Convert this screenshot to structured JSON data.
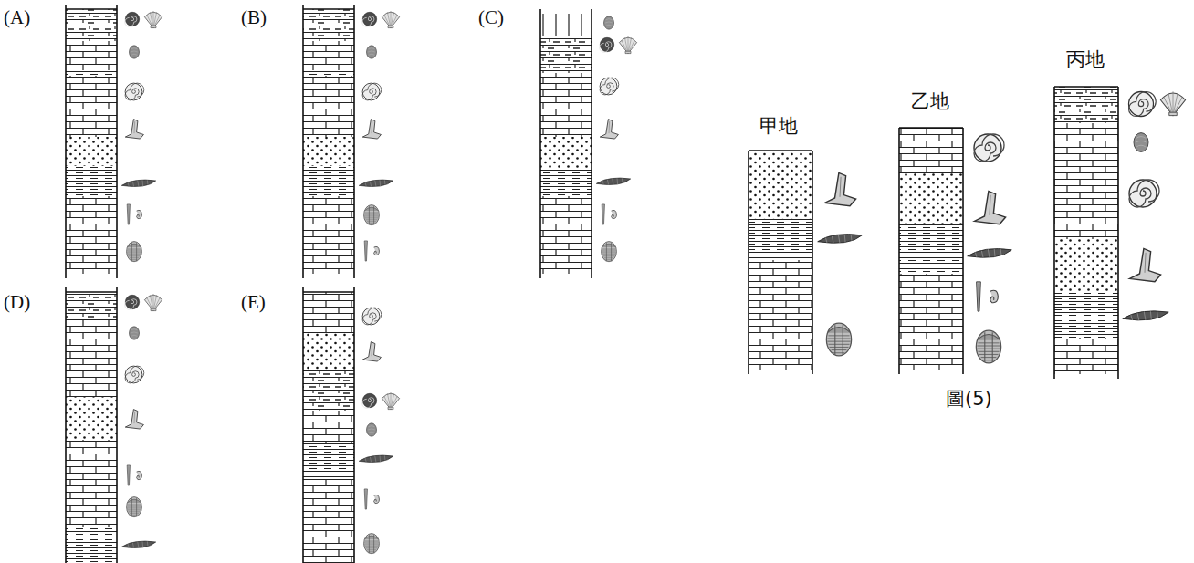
{
  "diagram": {
    "caption": "圖(5)",
    "labels": [
      "(A)",
      "(B)",
      "(C)",
      "(D)",
      "(E)",
      "甲地",
      "乙地",
      "丙地"
    ]
  }
}
